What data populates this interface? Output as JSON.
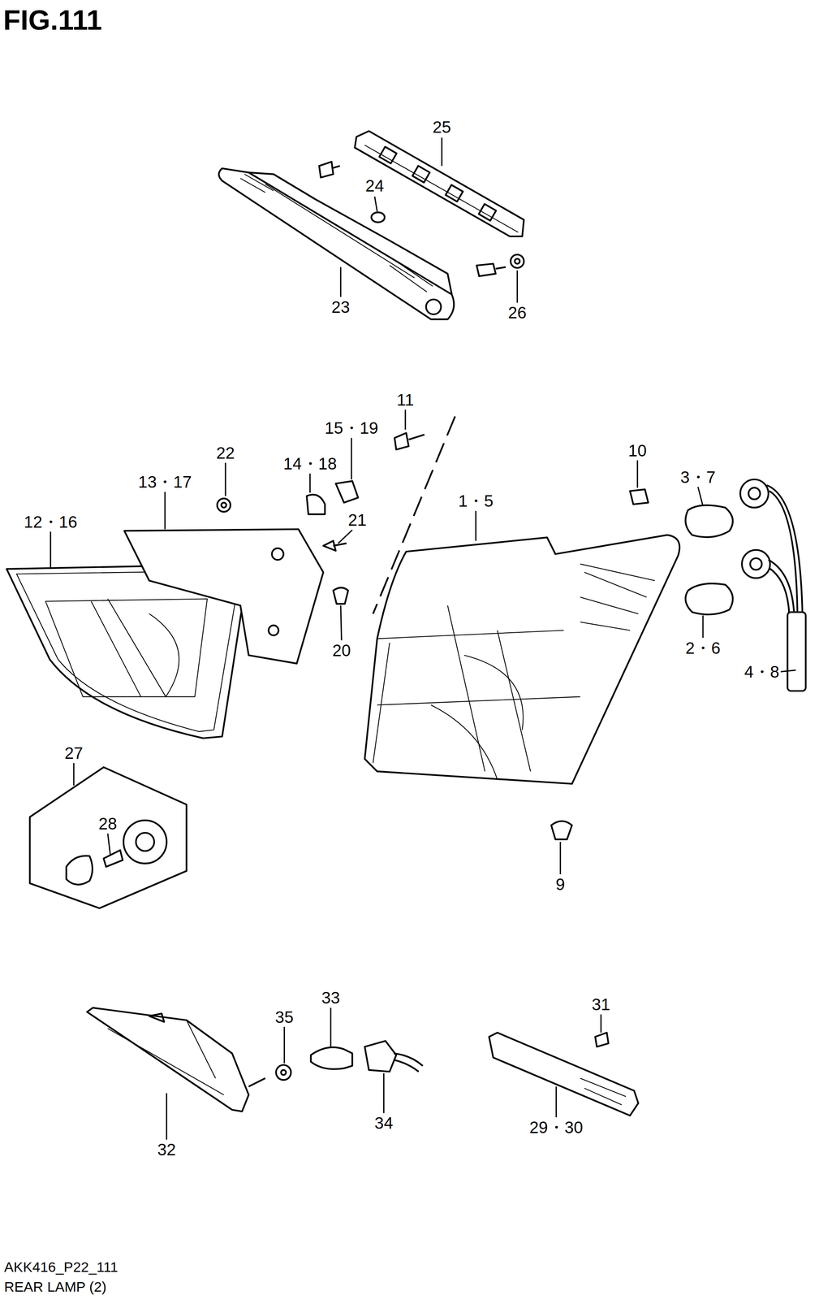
{
  "diagram": {
    "title": "FIG.111",
    "caption": "REAR LAMP (2)",
    "labels": [
      "25",
      "24",
      "23",
      "26",
      "11",
      "15・19",
      "10",
      "14・18",
      "22",
      "3・7",
      "13・17",
      "1・5",
      "12・16",
      "21",
      "2・6",
      "20",
      "4・8",
      "27",
      "28",
      "9",
      "33",
      "31",
      "35",
      "34",
      "29・30",
      "32",
      "AKK416_P22_111"
    ]
  }
}
